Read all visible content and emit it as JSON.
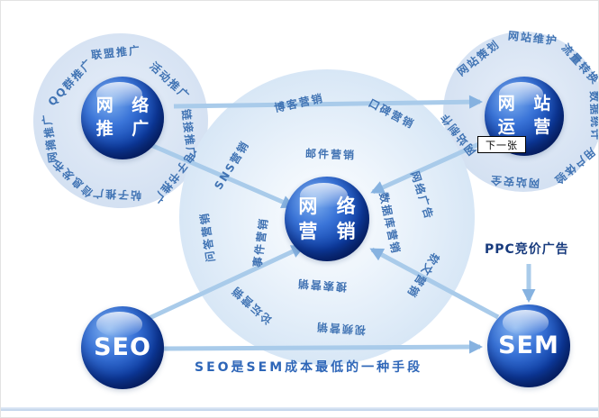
{
  "spheres": {
    "promotion": {
      "line1": "网 络",
      "line2": "推 广"
    },
    "operation": {
      "line1": "网 站",
      "line2": "运 营"
    },
    "marketing": {
      "line1": "网 络",
      "line2": "营 销"
    },
    "seo": {
      "label": "SEO"
    },
    "sem": {
      "label": "SEM"
    }
  },
  "left_circle": {
    "labels": [
      "联盟推广",
      "活动推广",
      "链接推广",
      "电子书推广",
      "帖子推广",
      "信息发布",
      "网摘推广",
      "QQ群推广"
    ]
  },
  "right_circle": {
    "labels": [
      "网站策划",
      "网站维护",
      "流量转换",
      "数据统计",
      "用户体验",
      "网站安全",
      "网站制作"
    ],
    "tooltip": "下一张"
  },
  "center_circle": {
    "outer_labels": [
      "SNS营销",
      "博客营销",
      "口碑营销",
      "网络广告",
      "软文营销",
      "视频营销",
      "论坛营销",
      "问答营销"
    ],
    "inner_labels": [
      "邮件营销",
      "数据库营销",
      "搜索营销",
      "事件营销"
    ]
  },
  "captions": {
    "seo_sem": "SEO是SEM成本最低的一种手段",
    "ppc": "PPC竞价广告"
  },
  "colors": {
    "sphere_dark": "#041c5e",
    "sphere_mid": "#0e3fa6",
    "sphere_light": "#82b2ef",
    "halo": "#d7e3f3",
    "label_blue": "#4174b4",
    "arrow": "#a9cbea",
    "arrowhead": "#86b2e0",
    "caption_blue": "#2e66b8",
    "ppc_navy": "#173a7d"
  }
}
